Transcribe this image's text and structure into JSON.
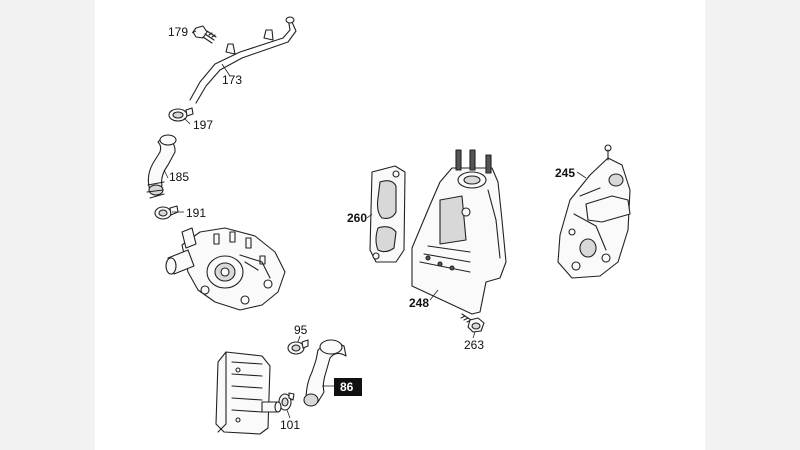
{
  "diagram": {
    "labels": {
      "p179": "179",
      "p173": "173",
      "p197": "197",
      "p185": "185",
      "p191": "191",
      "p260": "260",
      "p248": "248",
      "p245": "245",
      "p263": "263",
      "p95": "95",
      "p86": "86",
      "p101": "101"
    }
  }
}
